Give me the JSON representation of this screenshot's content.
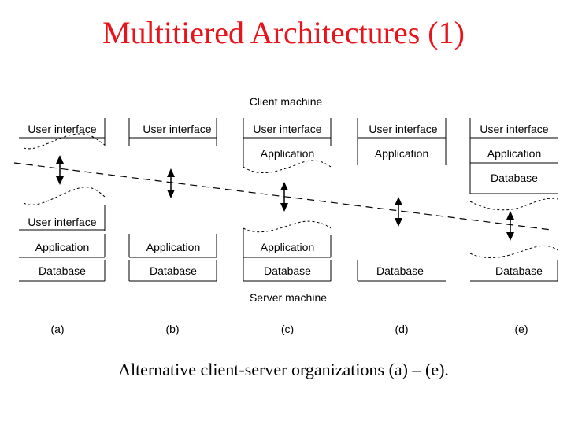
{
  "title": "Multitiered Architectures (1)",
  "caption": "Alternative client-server organizations (a) – (e).",
  "client_label": "Client machine",
  "server_label": "Server machine",
  "columns": [
    {
      "label": "(a)",
      "client": [
        "User interface"
      ],
      "server": [
        "User interface",
        "Application",
        "Database"
      ]
    },
    {
      "label": "(b)",
      "client": [
        "User interface"
      ],
      "server": [
        "Application",
        "Database"
      ]
    },
    {
      "label": "(c)",
      "client": [
        "User interface",
        "Application"
      ],
      "server": [
        "Application",
        "Database"
      ]
    },
    {
      "label": "(d)",
      "client": [
        "User interface",
        "Application"
      ],
      "server": [
        "Database"
      ]
    },
    {
      "label": "(e)",
      "client": [
        "User interface",
        "Application",
        "Database"
      ],
      "server": [
        "Database"
      ]
    }
  ]
}
